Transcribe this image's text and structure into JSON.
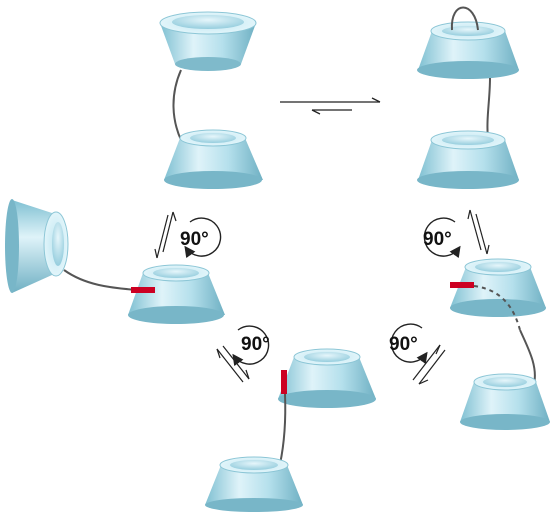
{
  "diagram": {
    "rotation_labels": [
      "90°",
      "90°",
      "90°",
      "90°"
    ],
    "colors": {
      "cone_light": "#e3f6fb",
      "cone_mid": "#a9dbe8",
      "cone_dark": "#6fb4c7",
      "tether": "#555555",
      "marker": "#cc0022",
      "arrow": "#222222"
    }
  }
}
